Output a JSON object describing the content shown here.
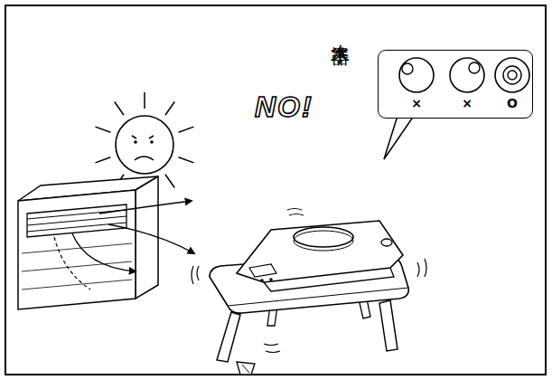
{
  "diagram": {
    "nodes": [
      {
        "text": [
          "水準器"
        ]
      },
      {
        "text": [
          "×"
        ],
        "in": 0
      },
      {
        "text": [
          "×"
        ],
        "in": 0
      },
      {
        "text": [
          "O"
        ],
        "in": 0
      }
    ],
    "labels": [
      "NO!"
    ]
  }
}
